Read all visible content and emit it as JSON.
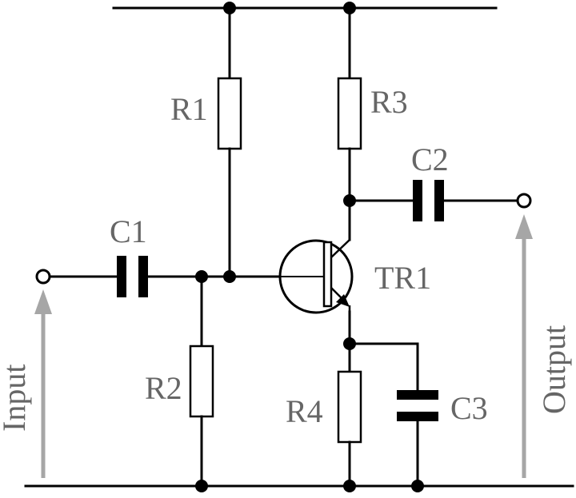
{
  "components": {
    "r1": "R1",
    "r2": "R2",
    "r3": "R3",
    "r4": "R4",
    "c1": "C1",
    "c2": "C2",
    "c3": "C3",
    "tr1": "TR1"
  },
  "ports": {
    "input": "Input",
    "output": "Output"
  },
  "colors": {
    "wire": "#000000",
    "label": "#666666",
    "arrow": "#a6a6a6"
  }
}
